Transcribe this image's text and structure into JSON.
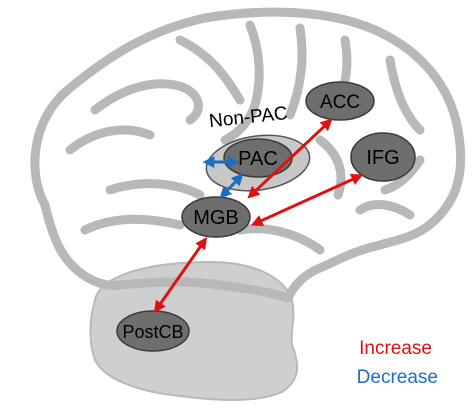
{
  "regions": {
    "non_pac": "Non-PAC",
    "pac": "PAC",
    "mgb": "MGB",
    "acc": "ACC",
    "ifg": "IFG",
    "postcb": "PostCB"
  },
  "legend": {
    "increase": "Increase",
    "decrease": "Decrease"
  },
  "colors": {
    "increase": "#e01010",
    "decrease": "#1a6fc4",
    "node_fill": "#6e6e6e",
    "node_stroke": "#3a3a3a",
    "brain_outline": "#b8b8b8",
    "cerebellum_fill": "#cfcfcf"
  }
}
